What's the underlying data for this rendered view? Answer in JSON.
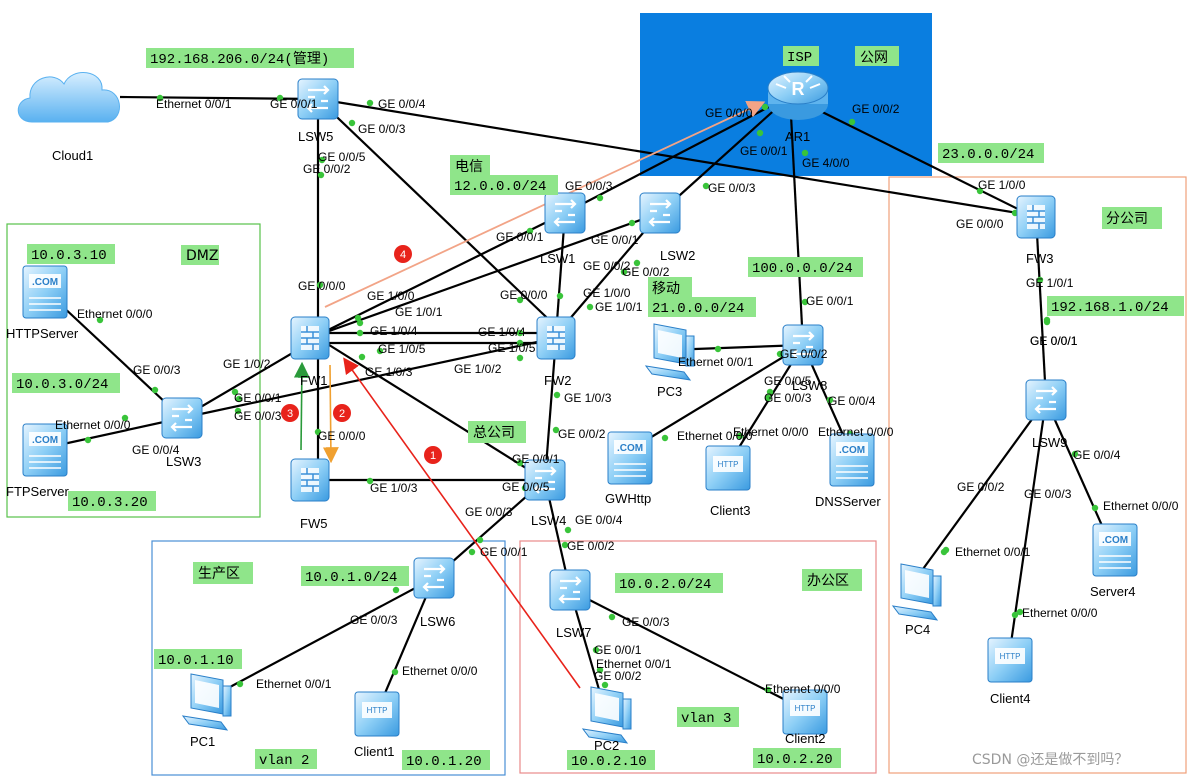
{
  "zones": {
    "isp": "ISP",
    "public": "公网",
    "dmz": "DMZ",
    "branch": "分公司",
    "production": "生产区",
    "office": "办公区",
    "hq": "总公司",
    "telecom": "电信",
    "mobile": "移动"
  },
  "networks": {
    "mgmt": "192.168.206.0/24(管理)",
    "telecom": "12.0.0.0/24",
    "mobile": "21.0.0.0/24",
    "net100": "100.0.0.0/24",
    "net23": "23.0.0.0/24",
    "branch_lan": "192.168.1.0/24",
    "dmz_http_ip": "10.0.3.10",
    "dmz_net": "10.0.3.0/24",
    "dmz_ftp_ip": "10.0.3.20",
    "prod_net": "10.0.1.0/24",
    "pc1_ip": "10.0.1.10",
    "client1_ip": "10.0.1.20",
    "office_net": "10.0.2.0/24",
    "pc2_ip": "10.0.2.10",
    "client2_ip": "10.0.2.20",
    "vlan2": "vlan 2",
    "vlan3": "vlan 3"
  },
  "devices": {
    "cloud1": "Cloud1",
    "lsw5": "LSW5",
    "ar1": "AR1",
    "lsw1": "LSW1",
    "lsw2": "LSW2",
    "fw1": "FW1",
    "fw2": "FW2",
    "fw3": "FW3",
    "fw5": "FW5",
    "lsw3": "LSW3",
    "lsw4": "LSW4",
    "lsw6": "LSW6",
    "lsw7": "LSW7",
    "lsw8": "LSW8",
    "lsw9": "LSW9",
    "httpserver": "HTTPServer",
    "ftpserver": "FTPServer",
    "pc1": "PC1",
    "pc2": "PC2",
    "pc3": "PC3",
    "pc4": "PC4",
    "client1": "Client1",
    "client2": "Client2",
    "client3": "Client3",
    "client4": "Client4",
    "gwhttp": "GWHttp",
    "dnsserver": "DNSServer",
    "server4": "Server4"
  },
  "ports": [
    "Ethernet 0/0/1",
    "GE 0/0/1",
    "GE 0/0/4",
    "GE 0/0/3",
    "GE 0/0/5",
    "GE 0/0/2",
    "GE 0/0/0",
    "GE 0/0/1",
    "GE 0/0/2",
    "GE 4/0/0",
    "GE 0/0/3",
    "GE 0/0/3",
    "GE 0/0/1",
    "GE 0/0/1",
    "GE 0/0/2",
    "GE 0/0/2",
    "GE 0/0/0",
    "GE 1/0/0",
    "GE 0/0/0",
    "GE 1/0/0",
    "GE 1/0/1",
    "GE 1/0/4",
    "GE 1/0/5",
    "GE 1/0/3",
    "GE 1/0/2",
    "GE 0/0/1",
    "GE 0/0/3",
    "GE 1/0/4",
    "GE 1/0/5",
    "GE 1/0/2",
    "GE 1/0/1",
    "GE 1/0/3",
    "GE 1/0/0",
    "GE 0/0/0",
    "GE 1/0/1",
    "GE 0/0/1",
    "Ethernet 0/0/0",
    "GE 0/0/3",
    "Ethernet 0/0/0",
    "GE 0/0/4",
    "GE 0/0/0",
    "GE 1/0/3",
    "GE 0/0/2",
    "GE 0/0/1",
    "GE 0/0/5",
    "GE 0/0/3",
    "GE 0/0/4",
    "GE 0/0/1",
    "GE 0/0/2",
    "GE 0/0/3",
    "Ethernet 0/0/1",
    "Ethernet 0/0/0",
    "GE 0/0/1",
    "GE 0/0/2",
    "GE 0/0/3",
    "Ethernet 0/0/1",
    "Ethernet 0/0/0",
    "GE 0/0/1",
    "Ethernet 0/0/1",
    "GE 0/0/2",
    "GE 0/0/5",
    "GE 0/0/3",
    "GE 0/0/4",
    "Ethernet 0/0/0",
    "Ethernet 0/0/0",
    "Ethernet 0/0/0",
    "GE 0/0/1",
    "GE 0/0/2",
    "GE 0/0/3",
    "GE 0/0/4",
    "Ethernet 0/0/1",
    "Ethernet 0/0/0",
    "Ethernet 0/0/0"
  ],
  "flow_markers": [
    "1",
    "2",
    "3",
    "4"
  ],
  "watermark": "CSDN @还是做不到吗？",
  "colors": {
    "isp_fill": "#0a7ee0",
    "label_green": "#8fe58a",
    "dmz_border": "#58c24a",
    "branch_border": "#f0a07a",
    "prod_border": "#4a8fd6",
    "office_border": "#e88a8a",
    "link": "#000000",
    "port_dot": "#39c43a",
    "marker_red": "#e8231b",
    "arrow_red": "#e8231b",
    "arrow_green": "#2a9a3a",
    "arrow_orange": "#f0a030",
    "arrow_salmon": "#f2a487"
  }
}
